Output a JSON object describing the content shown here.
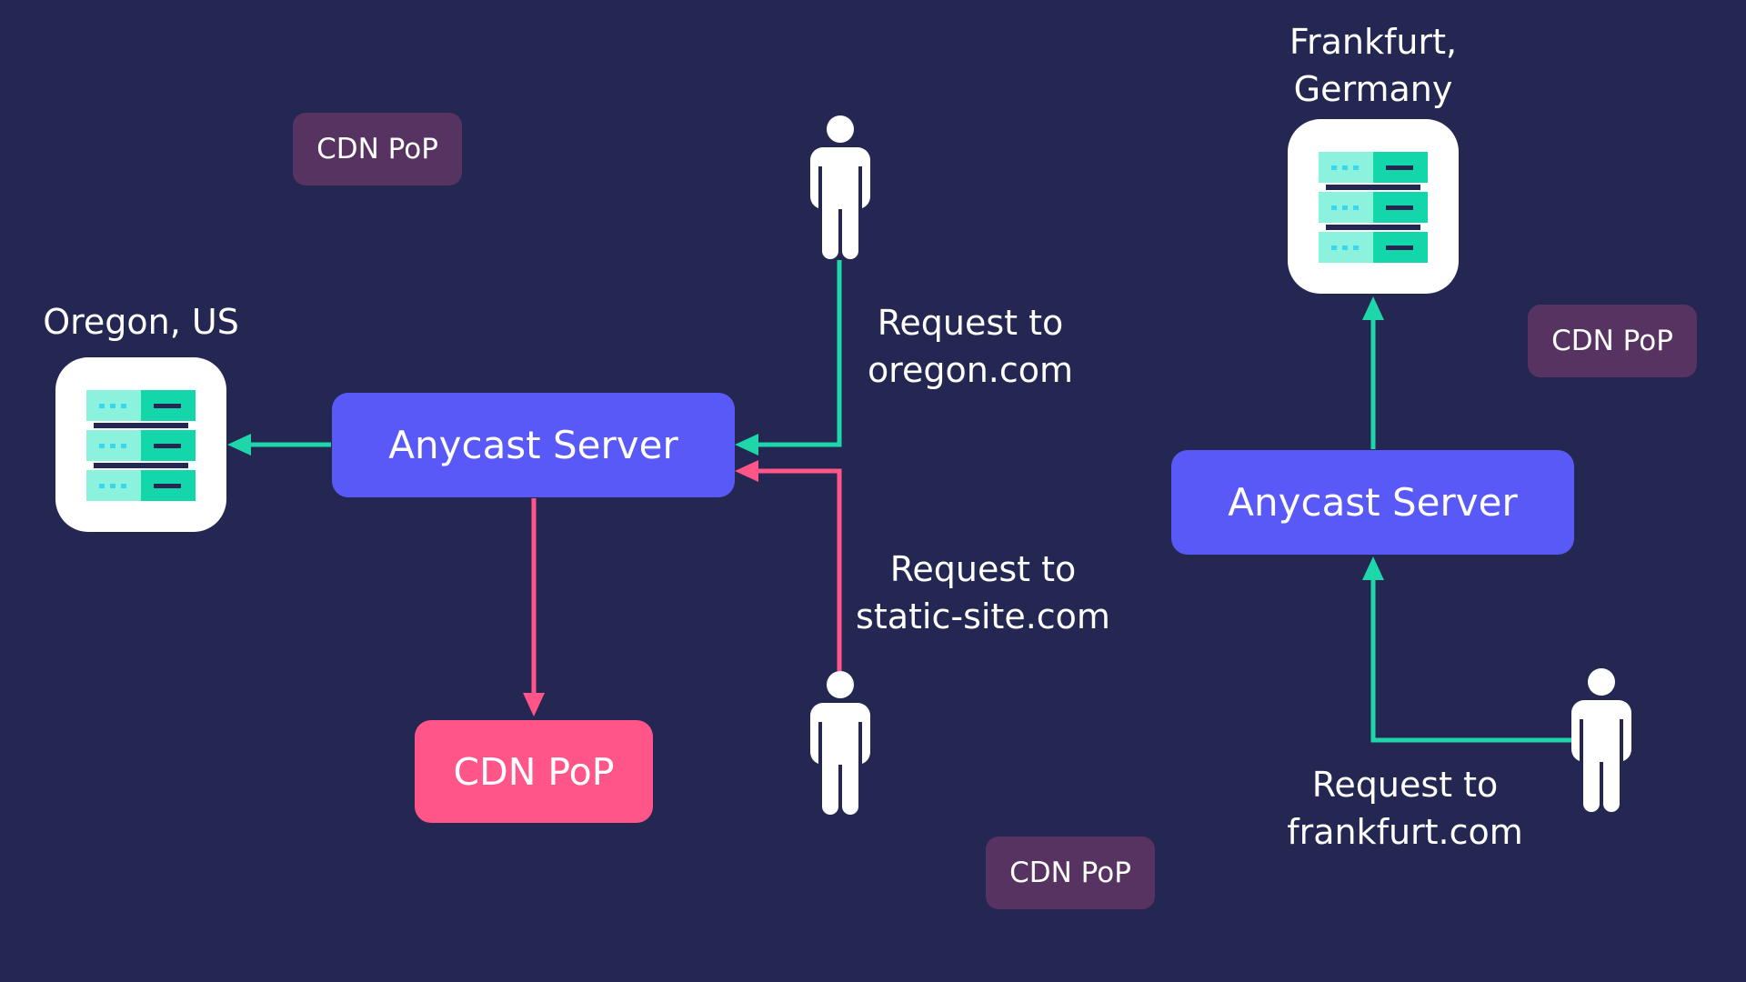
{
  "colors": {
    "background": "#242752",
    "anycast_server": "#5959f7",
    "cdn_pop_small": "#573361",
    "cdn_pop_highlight": "#ff5589",
    "teal_arrow": "#1ed6a9",
    "pink_arrow": "#ff5589",
    "server_light": "#8af2dd",
    "server_dark": "#13d6ab",
    "server_slot": "#242752",
    "server_dots": "#3ad6f0"
  },
  "locations": {
    "oregon": "Oregon, US",
    "frankfurt_line1": "Frankfurt,",
    "frankfurt_line2": "Germany"
  },
  "anycast": {
    "left_label": "Anycast Server",
    "right_label": "Anycast Server"
  },
  "cdn_pops": {
    "top_left": "CDN PoP",
    "highlighted": "CDN PoP",
    "bottom_middle": "CDN PoP",
    "right": "CDN PoP"
  },
  "requests": {
    "oregon_line1": "Request to",
    "oregon_line2": "oregon.com",
    "static_line1": "Request to",
    "static_line2": "static-site.com",
    "frankfurt_line1": "Request to",
    "frankfurt_line2": "frankfurt.com"
  },
  "icons": {
    "origin_server": "server-rack-icon",
    "user": "person-icon"
  }
}
